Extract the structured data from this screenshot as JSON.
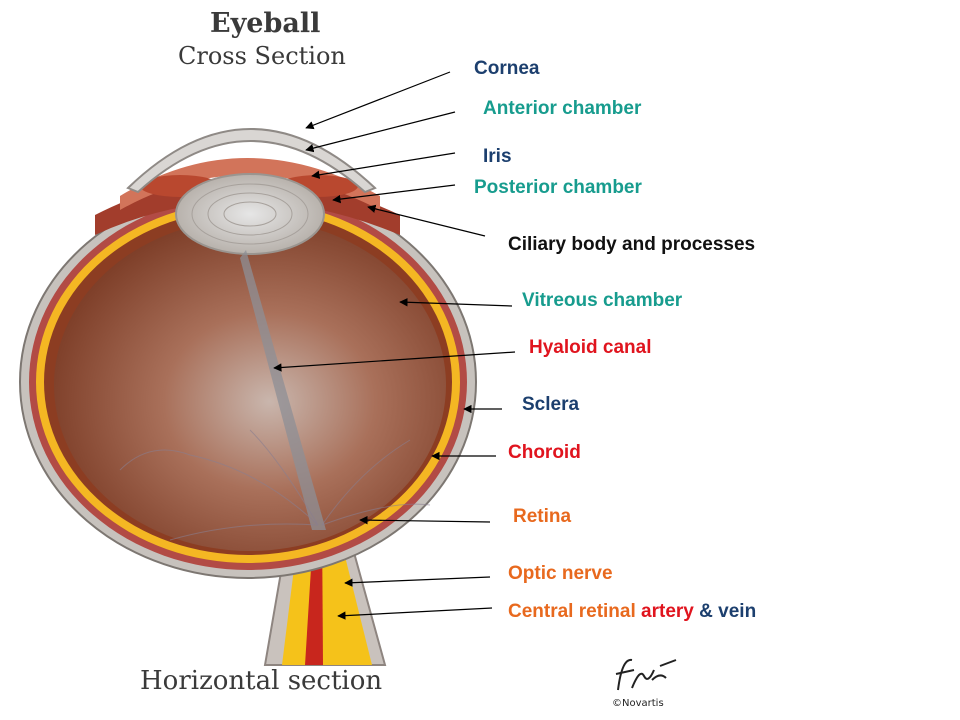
{
  "title": "Eyeball",
  "subtitle": "Cross Section",
  "footer_caption": "Horizontal section",
  "logo_text": "©Novartis",
  "colors": {
    "navy": "#1c3f6e",
    "teal": "#179c8e",
    "red": "#e0141e",
    "orange": "#e8691e",
    "black": "#111111"
  },
  "labels": {
    "cornea": "Cornea",
    "anterior_chamber": "Anterior chamber",
    "iris": "Iris",
    "posterior_chamber": "Posterior chamber",
    "ciliary_body": "Ciliary body and processes",
    "vitreous_chamber": "Vitreous chamber",
    "hyaloid_canal": "Hyaloid canal",
    "sclera": "Sclera",
    "choroid": "Choroid",
    "retina": "Retina",
    "optic_nerve": "Optic nerve",
    "central_retinal_1": "Central retinal ",
    "central_retinal_2": "artery",
    "central_retinal_3": " & ",
    "central_retinal_4": "vein"
  }
}
